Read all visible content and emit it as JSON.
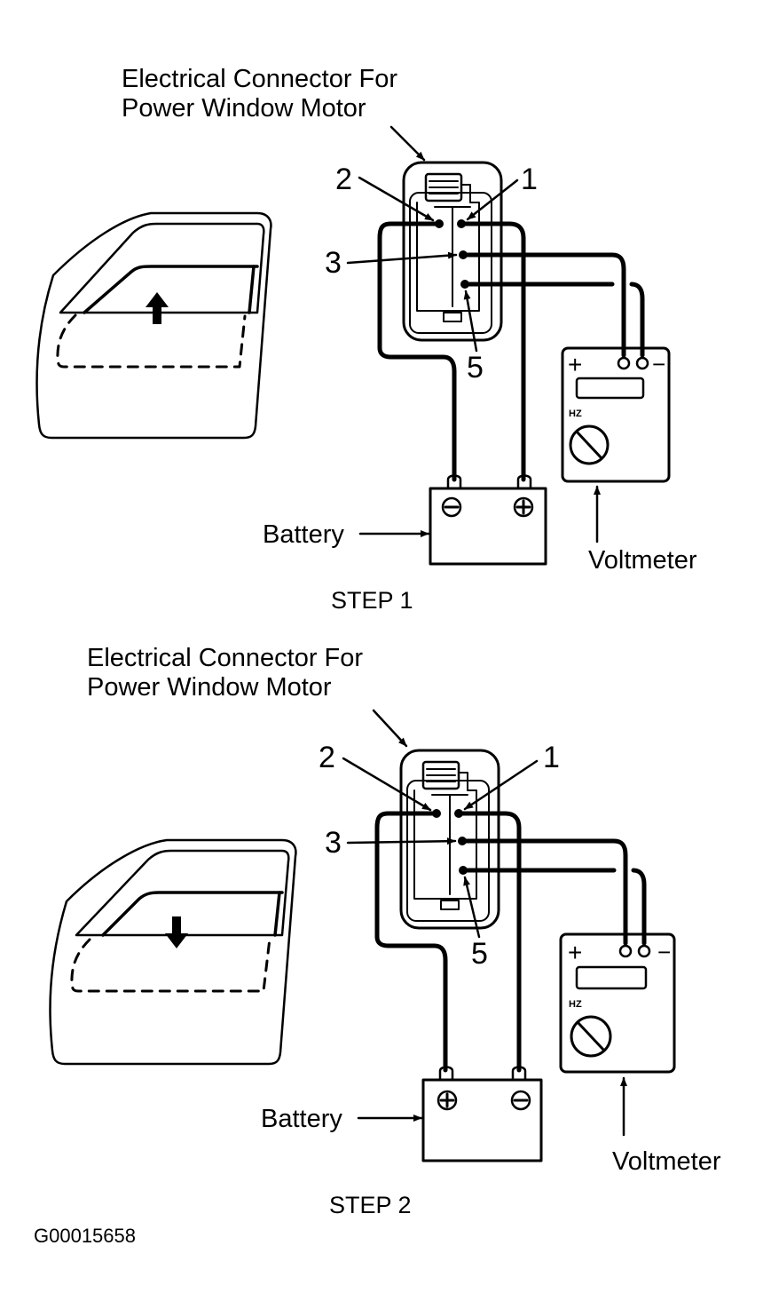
{
  "figure_code": "G00015658",
  "steps": [
    {
      "step_label": "STEP 1",
      "connector_label_line1": "Electrical Connector For",
      "connector_label_line2": "Power Window Motor",
      "pin_labels": {
        "pin2": "2",
        "pin1": "1",
        "pin3": "3",
        "pin5": "5"
      },
      "window_direction": "up",
      "window_arrow_icon": "arrow-up-icon",
      "battery_label": "Battery",
      "battery_left_terminal": "negative",
      "battery_right_terminal": "positive",
      "voltmeter_label": "Voltmeter",
      "voltmeter_plus": "+",
      "voltmeter_minus": "−",
      "voltmeter_scale": "HZ"
    },
    {
      "step_label": "STEP 2",
      "connector_label_line1": "Electrical Connector For",
      "connector_label_line2": "Power Window Motor",
      "pin_labels": {
        "pin2": "2",
        "pin1": "1",
        "pin3": "3",
        "pin5": "5"
      },
      "window_direction": "down",
      "window_arrow_icon": "arrow-down-icon",
      "battery_label": "Battery",
      "battery_left_terminal": "positive",
      "battery_right_terminal": "negative",
      "voltmeter_label": "Voltmeter",
      "voltmeter_plus": "+",
      "voltmeter_minus": "−",
      "voltmeter_scale": "HZ"
    }
  ]
}
